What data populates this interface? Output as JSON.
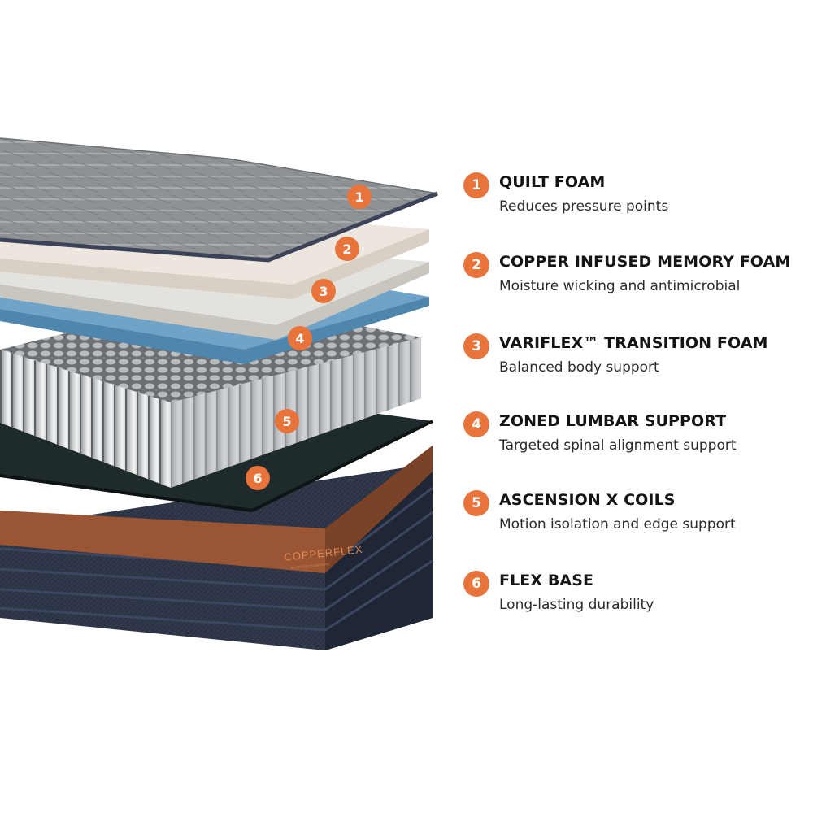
{
  "accent_color": "#e8743b",
  "layers": [
    {
      "number": "1",
      "title": "QUILT FOAM",
      "description": "Reduces pressure points"
    },
    {
      "number": "2",
      "title": "COPPER INFUSED MEMORY FOAM",
      "description": "Moisture wicking and antimicrobial"
    },
    {
      "number": "3",
      "title": "VARIFLEX™ TRANSITION FOAM",
      "description": "Balanced body support"
    },
    {
      "number": "4",
      "title": "ZONED LUMBAR SUPPORT",
      "description": "Targeted spinal alignment support"
    },
    {
      "number": "5",
      "title": "ASCENSION X COILS",
      "description": "Motion isolation and edge support"
    },
    {
      "number": "6",
      "title": "FLEX BASE",
      "description": "Long-lasting durability"
    }
  ],
  "brand": {
    "logo_text": "COPPERFLEX",
    "logo_subtext": "BY BROOKLYN BEDDING"
  }
}
